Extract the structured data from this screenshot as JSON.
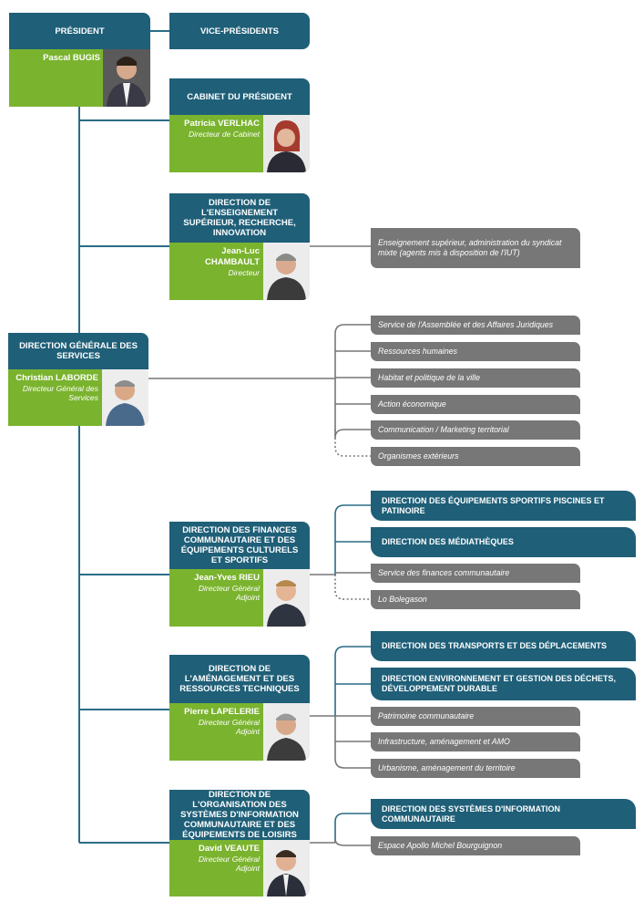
{
  "president": {
    "title": "PRÉSIDENT",
    "name": "Pascal BUGIS",
    "role": ""
  },
  "vice_presidents": "VICE-PRÉSIDENTS",
  "cabinet": {
    "title": "CABINET DU PRÉSIDENT",
    "name": "Patricia VERLHAC",
    "role": "Directeur de Cabinet"
  },
  "enseignement": {
    "title": "DIRECTION DE L'ENSEIGNEMENT SUPÉRIEUR, RECHERCHE, INNOVATION",
    "name": "Jean-Luc CHAMBAULT",
    "role": "Directeur",
    "services": [
      "Enseignement supérieur, administration du syndicat mixte (agents mis à disposition de l'IUT)"
    ]
  },
  "dgs": {
    "title": "DIRECTION GÉNÉRALE DES SERVICES",
    "name": "Christian LABORDE",
    "role": "Directeur Général des Services",
    "services": [
      "Service de l'Assemblée et des Affaires Juridiques",
      "Ressources humaines",
      "Habitat et politique de la ville",
      "Action économique",
      "Communication / Marketing territorial",
      "Organismes extérieurs"
    ]
  },
  "finances": {
    "title": "DIRECTION DES FINANCES COMMUNAUTAIRE ET DES ÉQUIPEMENTS CULTURELS ET SPORTIFS",
    "name": "Jean-Yves RIEU",
    "role": "Directeur Général Adjoint",
    "directions": [
      "DIRECTION DES ÉQUIPEMENTS SPORTIFS PISCINES ET PATINOIRE",
      "DIRECTION DES MÉDIATHÈQUES"
    ],
    "services": [
      "Service des finances communautaire",
      "Lo Bolegason"
    ]
  },
  "amenagement": {
    "title": "DIRECTION DE L'AMÉNAGEMENT ET DES RESSOURCES TECHNIQUES",
    "name": "Pierre LAPELERIE",
    "role": "Directeur Général Adjoint",
    "directions": [
      "DIRECTION DES TRANSPORTS ET DES DÉPLACEMENTS",
      "DIRECTION ENVIRONNEMENT ET GESTION DES DÉCHETS, DÉVELOPPEMENT DURABLE"
    ],
    "services": [
      "Patrimoine communautaire",
      "Infrastructure, aménagement et AMO",
      "Urbanisme, aménagement du territoire"
    ]
  },
  "si": {
    "title": "DIRECTION DE L'ORGANISATION DES SYSTÈMES D'INFORMATION COMMUNAUTAIRE ET DES ÉQUIPEMENTS DE LOISIRS",
    "name": "David VEAUTE",
    "role": "Directeur Général Adjoint",
    "directions": [
      "DIRECTION DES SYSTÈMES D'INFORMATION COMMUNAUTAIRE"
    ],
    "services": [
      "Espace Apollo Michel Bourguignon"
    ]
  },
  "colors": {
    "teal": "#1f5f78",
    "green": "#7ab32e",
    "grey": "#777777",
    "line": "#2a6c86"
  }
}
